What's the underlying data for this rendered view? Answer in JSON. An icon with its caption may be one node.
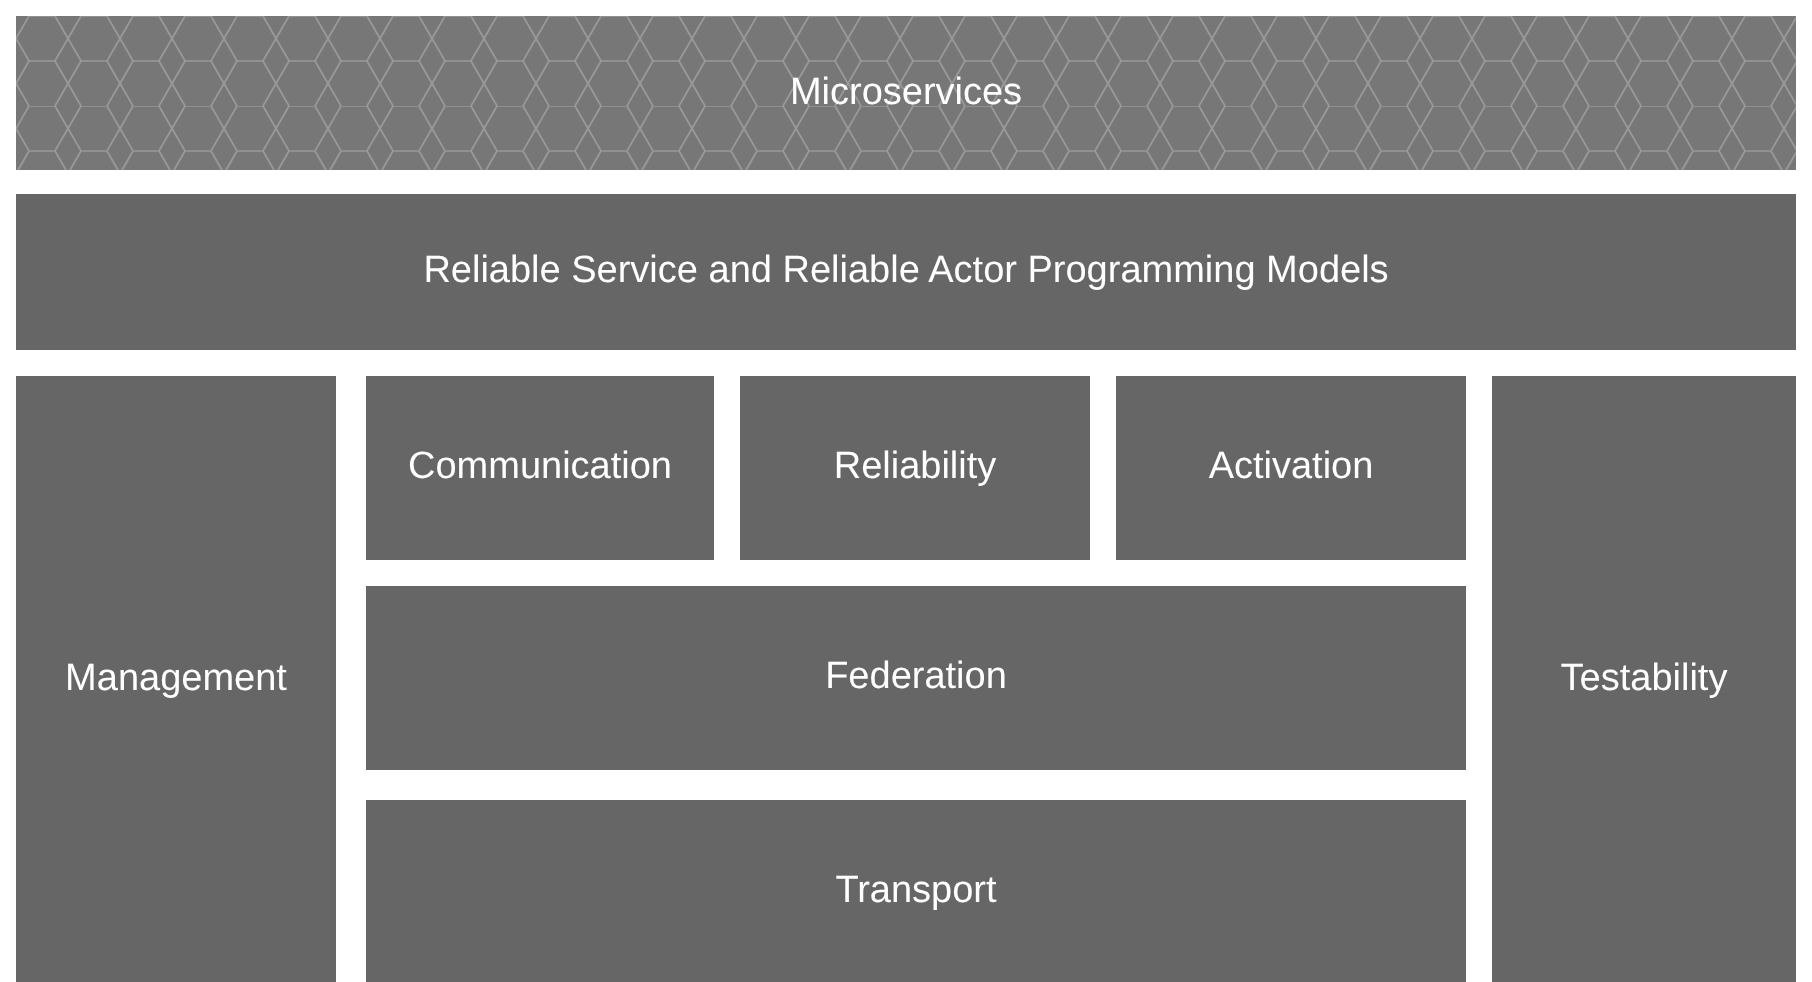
{
  "diagram": {
    "nodes": [
      {
        "text": [
          "Microservices"
        ]
      },
      {
        "text": [
          "Reliable Service and Reliable Actor Programming Models"
        ]
      },
      {
        "text": [
          "Management"
        ]
      },
      {
        "text": [
          "Communication"
        ]
      },
      {
        "text": [
          "Reliability"
        ]
      },
      {
        "text": [
          "Activation"
        ]
      },
      {
        "text": [
          "Federation"
        ]
      },
      {
        "text": [
          "Transport"
        ]
      },
      {
        "text": [
          "Testability"
        ]
      }
    ],
    "edges": []
  }
}
